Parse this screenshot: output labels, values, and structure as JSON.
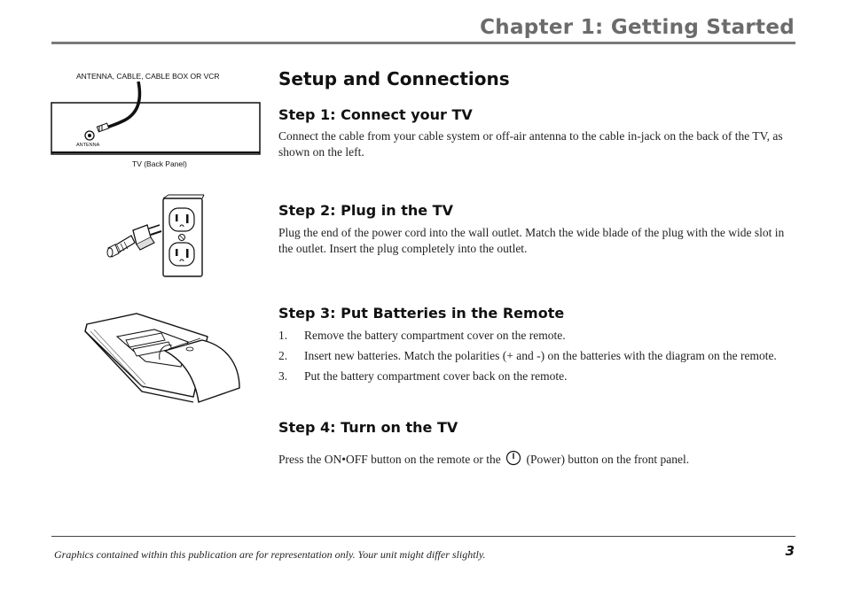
{
  "header": {
    "chapter_title": "Chapter 1: Getting Started"
  },
  "section_title": "Setup and Connections",
  "figure1": {
    "caption_top": "ANTENNA, CABLE, CABLE BOX OR VCR",
    "antenna_label": "ANTENNA",
    "caption_bottom": "TV (Back Panel)"
  },
  "step1": {
    "heading": "Step 1: Connect your TV",
    "text": "Connect the cable from your cable system or off-air antenna to the cable in-jack on the back of the TV, as shown on the left."
  },
  "step2": {
    "heading": "Step 2: Plug in the TV",
    "text": "Plug the end of the power cord into the wall outlet. Match the wide blade of the plug with the wide slot in the outlet. Insert the plug completely into the outlet."
  },
  "step3": {
    "heading": "Step 3: Put Batteries in the Remote",
    "items": [
      {
        "num": "1.",
        "text": "Remove the battery compartment cover on the remote."
      },
      {
        "num": "2.",
        "text": "Insert new batteries. Match the polarities (+ and -) on the batteries with the diagram on the remote."
      },
      {
        "num": "3.",
        "text": "Put the battery compartment cover back on the remote."
      }
    ]
  },
  "step4": {
    "heading": "Step 4: Turn on the TV",
    "text_before": "Press the ON•OFF button on the remote or the",
    "text_after": "(Power) button on the front panel.",
    "icon": "power-icon"
  },
  "footer": {
    "note": "Graphics contained within this publication are for representation only. Your unit might differ slightly.",
    "page_number": "3"
  }
}
